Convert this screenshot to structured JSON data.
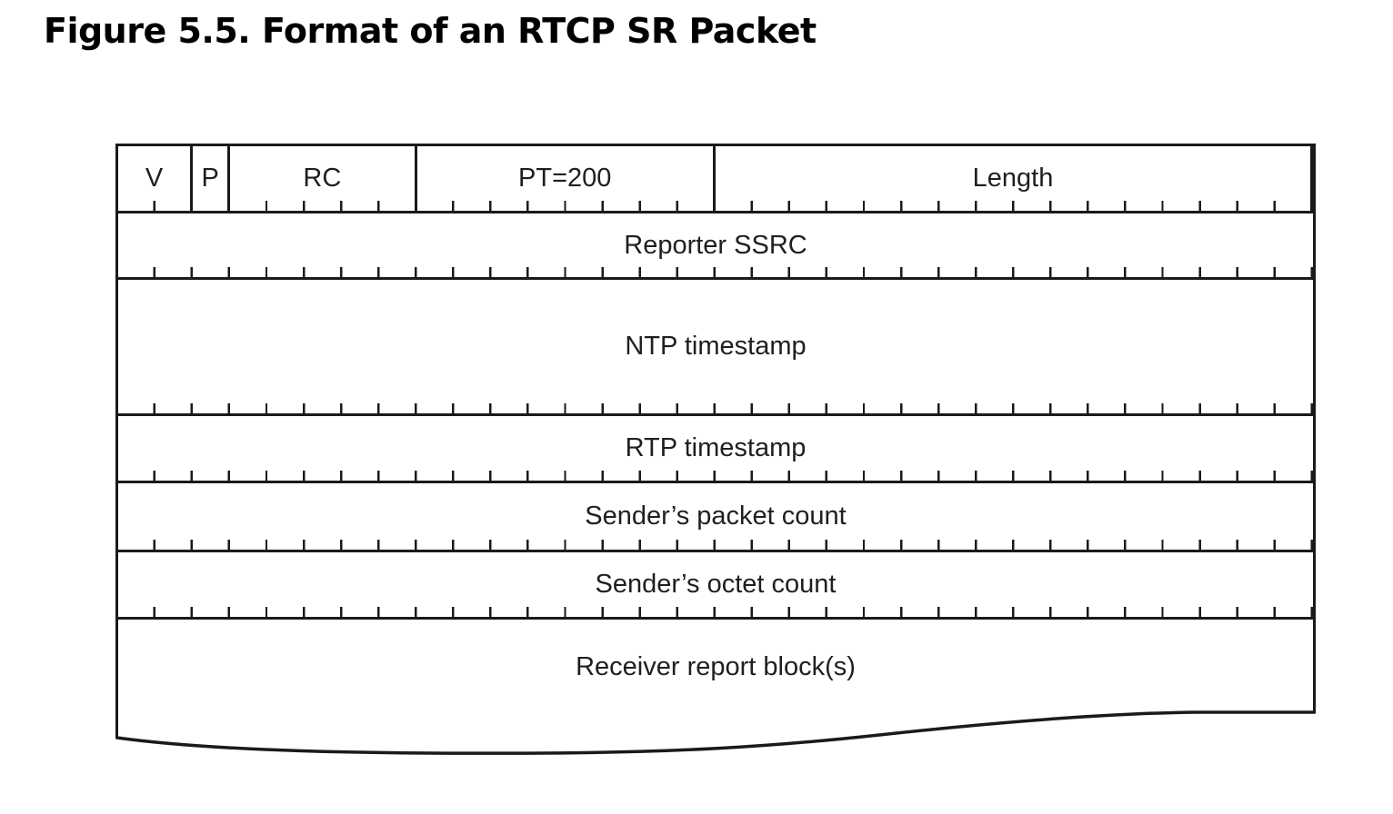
{
  "figure": {
    "title": "Figure 5.5. Format of an RTCP SR Packet"
  },
  "diagram": {
    "type": "packet-format",
    "total_bits_per_row": 32,
    "line_color": "#1a1a1a",
    "background_color": "#ffffff",
    "header_fields": [
      {
        "label": "V",
        "bits": 2
      },
      {
        "label": "P",
        "bits": 1
      },
      {
        "label": "RC",
        "bits": 5
      },
      {
        "label": "PT=200",
        "bits": 8
      },
      {
        "label": "Length",
        "bits": 16
      }
    ],
    "rows": [
      {
        "label": "Reporter SSRC",
        "words": 1
      },
      {
        "label": "NTP timestamp",
        "words": 2
      },
      {
        "label": "RTP timestamp",
        "words": 1
      },
      {
        "label": "Sender’s packet count",
        "words": 1
      },
      {
        "label": "Sender’s octet count",
        "words": 1
      }
    ],
    "footer_row": {
      "label": "Receiver report block(s)",
      "variable_length": true
    }
  }
}
